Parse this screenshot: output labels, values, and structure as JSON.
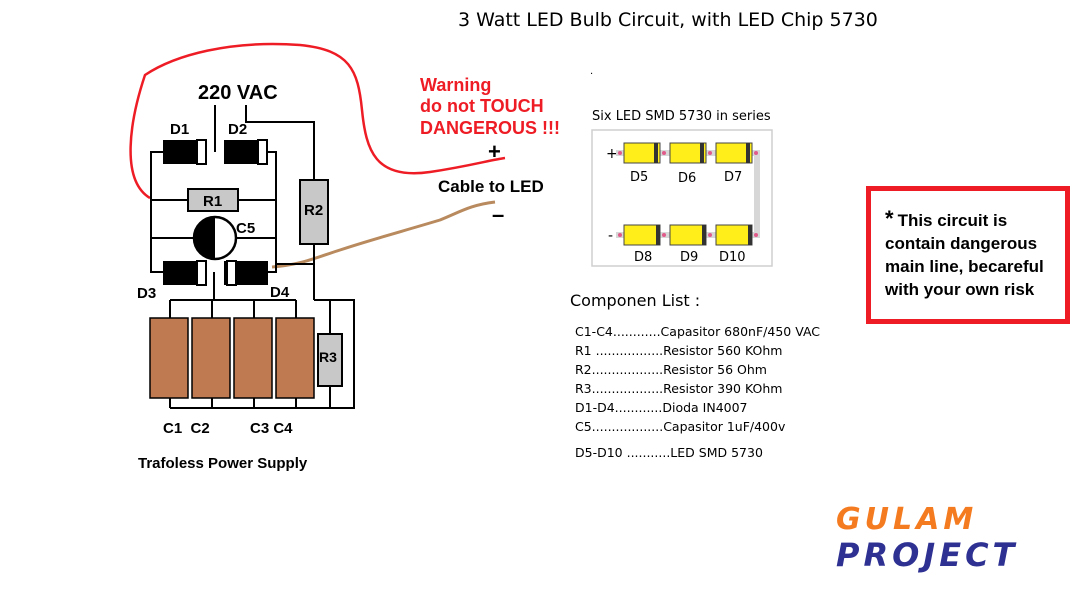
{
  "title": "3 Watt LED Bulb Circuit, with LED Chip 5730",
  "supply": {
    "voltage": "220 VAC",
    "caption": "Trafoless Power Supply",
    "components": {
      "d1": "D1",
      "d2": "D2",
      "d3": "D3",
      "d4": "D4",
      "r1": "R1",
      "r2": "R2",
      "r3": "R3",
      "c5": "C5",
      "c1c2": "C1  C2",
      "c3c4": "C3 C4"
    }
  },
  "warning_label": {
    "line1": "Warning",
    "line2": "do not TOUCH",
    "line3": "DANGEROUS !!!"
  },
  "cable": {
    "label": "Cable to LED",
    "plus": "+",
    "minus": "–"
  },
  "led_array": {
    "title": "Six LED SMD 5730 in series",
    "plus": "+",
    "minus": "-",
    "top_row": [
      "D5",
      "D6",
      "D7"
    ],
    "bottom_row": [
      "D8",
      "D9",
      "D10"
    ]
  },
  "component_list": {
    "heading": "Componen List :",
    "items": [
      "C1-C4............Capasitor 680nF/450 VAC",
      "R1 .................Resistor 560 KOhm",
      "R2..................Resistor 56 Ohm",
      "R3..................Resistor 390 KOhm",
      "D1-D4............Dioda IN4007",
      "C5..................Capasitor 1uF/400v"
    ],
    "last_item": "D5-D10 ...........LED SMD 5730"
  },
  "notice": {
    "star": "*",
    "text": "This circuit is contain dangerous main line, becareful with your own risk"
  },
  "logo": {
    "line1": "GULAM",
    "line2": "PROJECT",
    "color1": "#f47b20",
    "color2": "#2e3192"
  },
  "colors": {
    "warning": "#ee1c25",
    "cable": "#b88a5e",
    "capacitor": "#c07a52",
    "led": "#ffee1a"
  }
}
